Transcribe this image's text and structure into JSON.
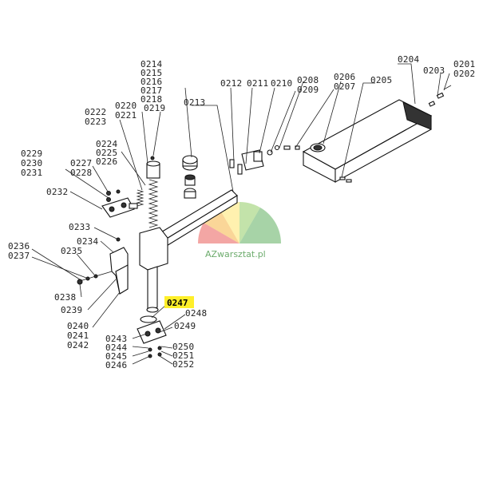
{
  "highlight_color": "#ffef2a",
  "watermark": {
    "text": "AZwarsztat.pl",
    "colors": [
      "#e53935",
      "#f4a41a",
      "#ffe14d",
      "#7bc043",
      "#3c9d3c"
    ]
  },
  "labels": {
    "p0201": "0201",
    "p0202": "0202",
    "p0203": "0203",
    "p0204": "0204",
    "p0205": "0205",
    "p0206": "0206",
    "p0207": "0207",
    "p0208": "0208",
    "p0209": "0209",
    "p0210": "0210",
    "p0211": "0211",
    "p0212": "0212",
    "p0213": "0213",
    "p0214": "0214",
    "p0215": "0215",
    "p0216": "0216",
    "p0217": "0217",
    "p0218": "0218",
    "p0219": "0219",
    "p0220": "0220",
    "p0221": "0221",
    "p0222": "0222",
    "p0223": "0223",
    "p0224": "0224",
    "p0225": "0225",
    "p0226": "0226",
    "p0227": "0227",
    "p0228": "0228",
    "p0229": "0229",
    "p0230": "0230",
    "p0231": "0231",
    "p0232": "0232",
    "p0233": "0233",
    "p0234": "0234",
    "p0235": "0235",
    "p0236": "0236",
    "p0237": "0237",
    "p0238": "0238",
    "p0239": "0239",
    "p0240": "0240",
    "p0241": "0241",
    "p0242": "0242",
    "p0243": "0243",
    "p0244": "0244",
    "p0245": "0245",
    "p0246": "0246",
    "p0247": "0247",
    "p0248": "0248",
    "p0249": "0249",
    "p0250": "0250",
    "p0251": "0251",
    "p0252": "0252"
  }
}
